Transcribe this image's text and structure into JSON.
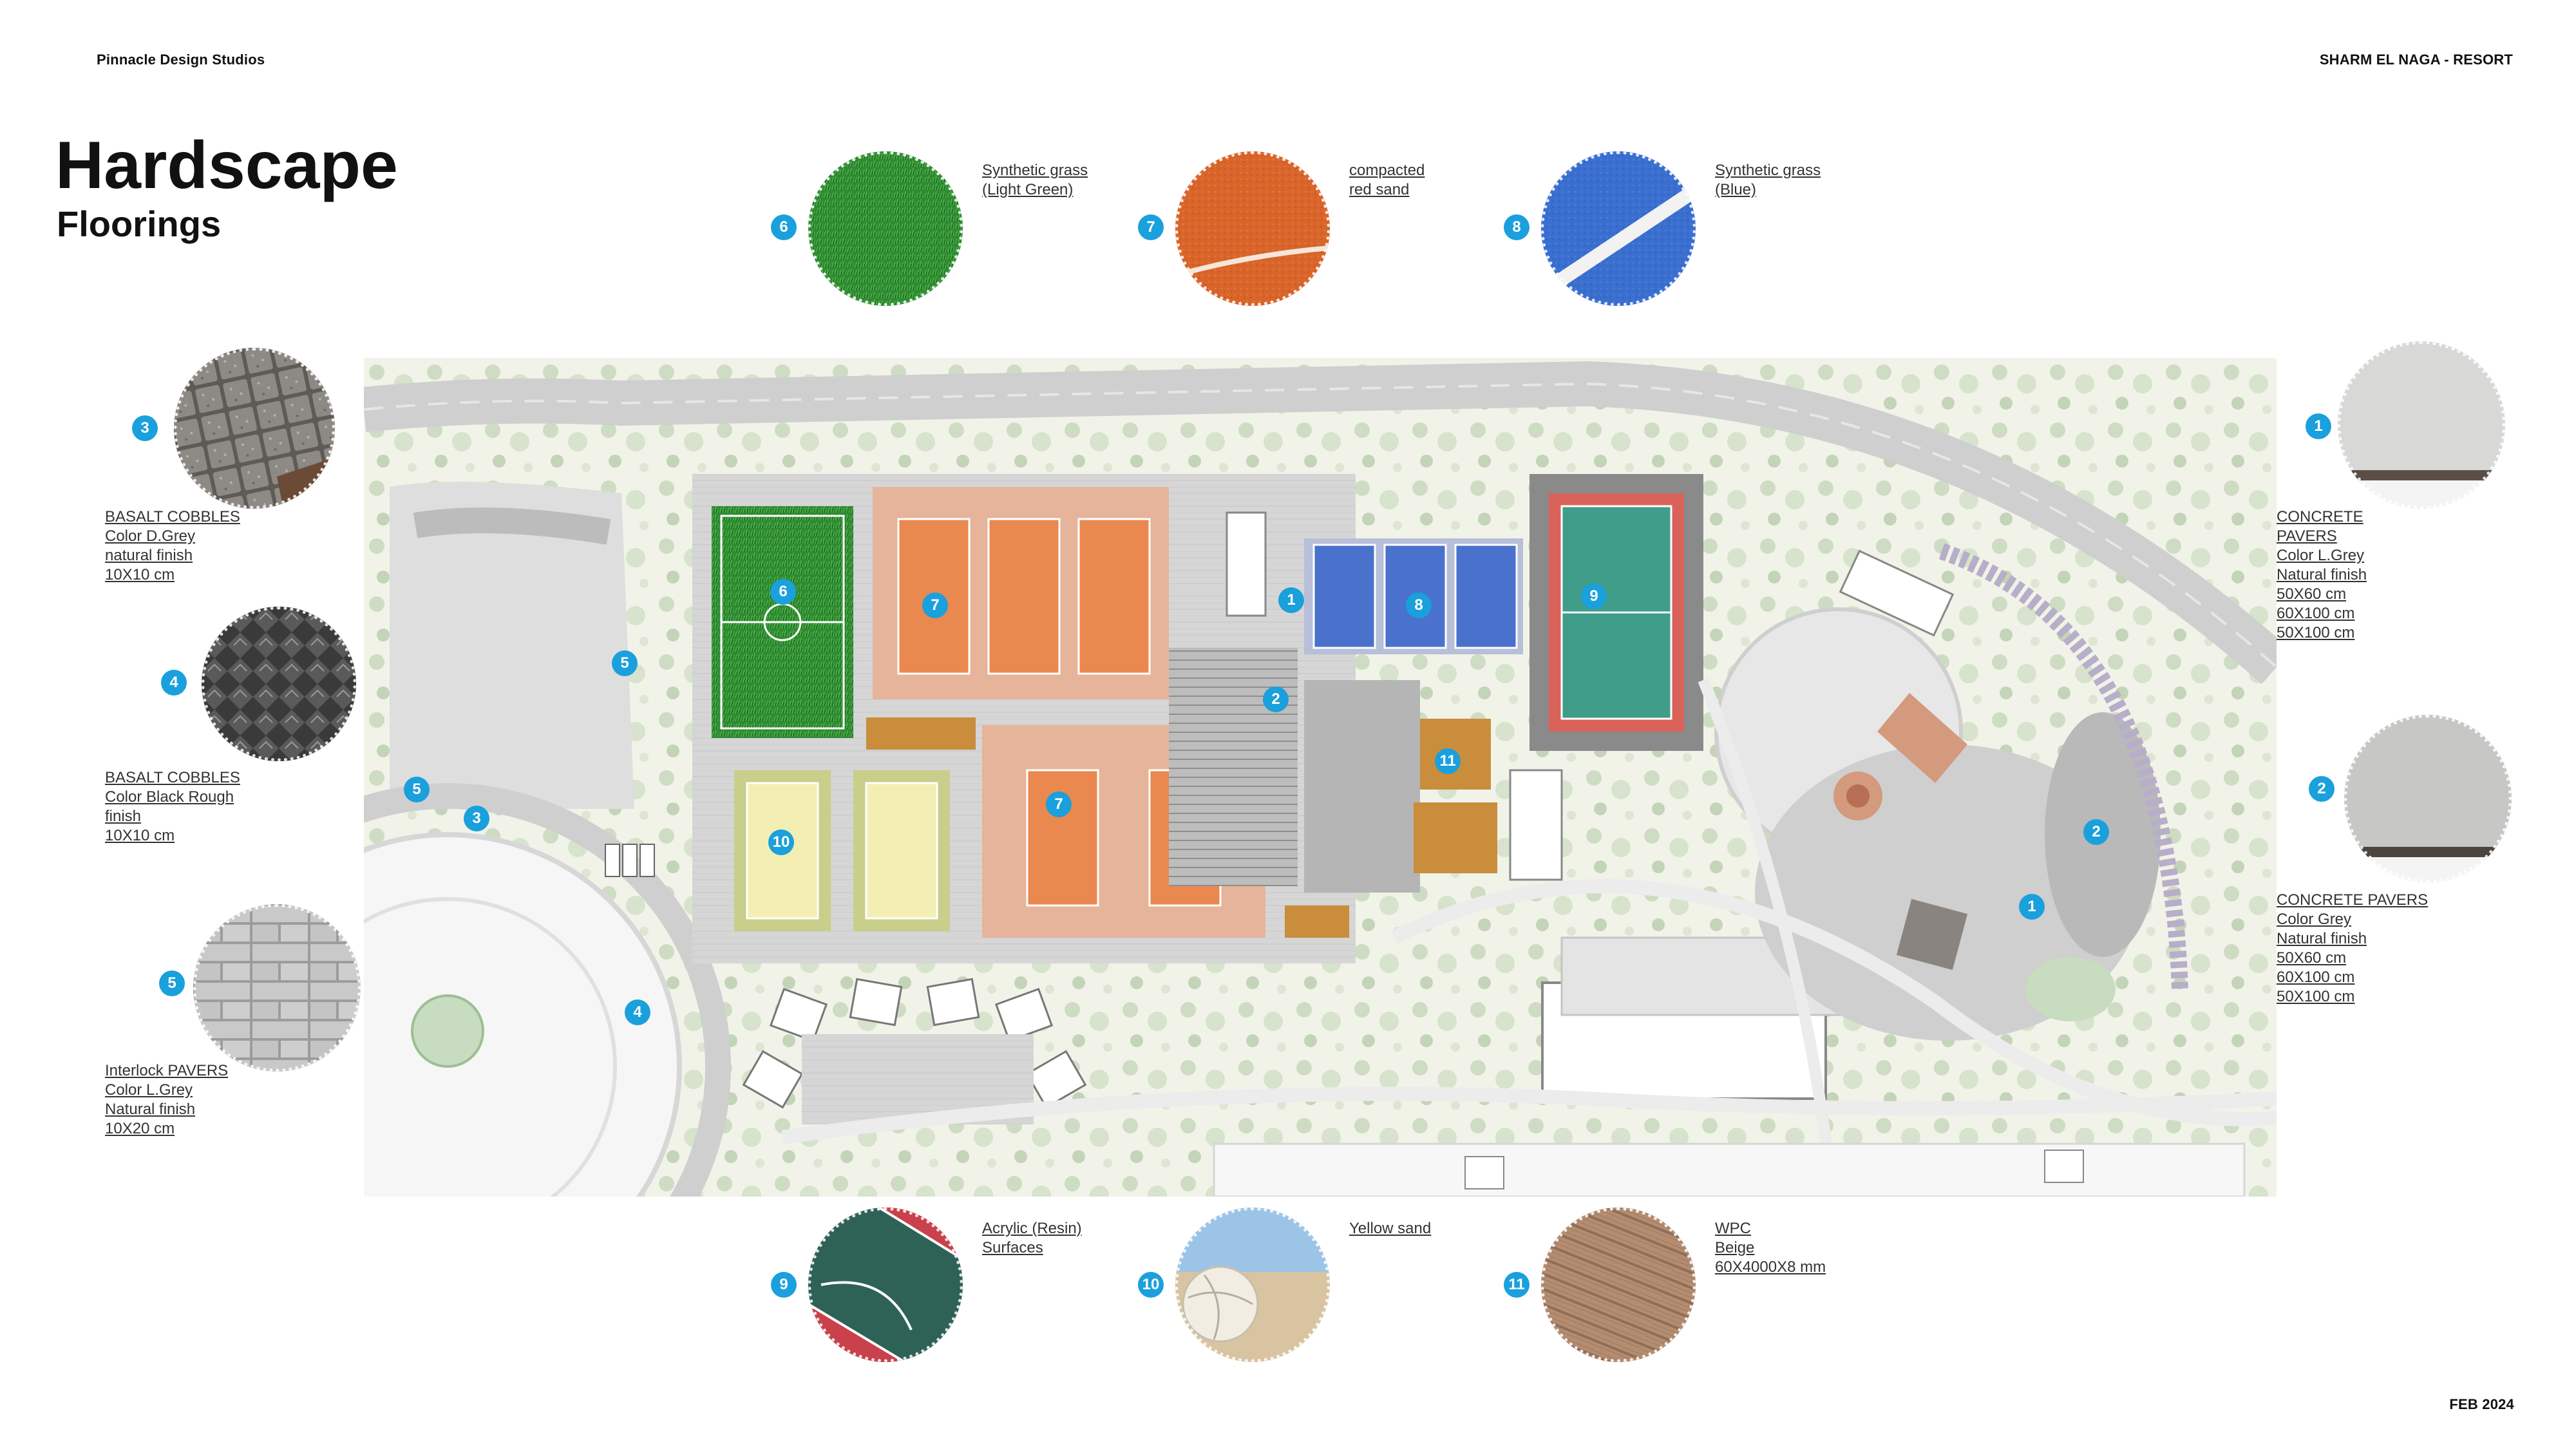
{
  "header": {
    "studio": "Pinnacle Design Studios",
    "project": "SHARM EL NAGA - RESORT",
    "date": "FEB 2024"
  },
  "title": "Hardscape",
  "subtitle": "Floorings",
  "colors": {
    "badge": "#1aa0dc",
    "grass_green": "#2e8b2e",
    "red_sand": "#d9652a",
    "court_blue": "#3a6fd0",
    "acrylic_red": "#c9414b",
    "acrylic_green": "#2f6257",
    "wpc_beige": "#b08868"
  },
  "materials": [
    {
      "num": "1",
      "lines": [
        "CONCRETE ",
        "PAVERS",
        "Color L.Grey",
        "Natural finish",
        "50X60 cm",
        "60X100 cm",
        "50X100 cm "
      ],
      "icon": "concrete-light-texture-icon"
    },
    {
      "num": "2",
      "lines": [
        "CONCRETE PAVERS",
        "Color Grey",
        "Natural finish",
        "50X60 cm",
        "60X100 cm",
        "50X100 cm "
      ],
      "icon": "concrete-grey-texture-icon"
    },
    {
      "num": "3",
      "lines": [
        "BASALT COBBLES",
        "Color D.Grey",
        "natural finish",
        "10X10 cm"
      ],
      "icon": "basalt-cobbles-texture-icon"
    },
    {
      "num": "4",
      "lines": [
        "BASALT COBBLES",
        "Color Black Rough ",
        "finish",
        "10X10 cm"
      ],
      "icon": "basalt-black-texture-icon"
    },
    {
      "num": "5",
      "lines": [
        "Interlock PAVERS",
        "Color L.Grey",
        "Natural finish",
        "10X20 cm"
      ],
      "icon": "interlock-pavers-texture-icon"
    },
    {
      "num": "6",
      "lines": [
        "Synthetic grass",
        "(Light Green)"
      ],
      "icon": "synthetic-grass-green-texture-icon"
    },
    {
      "num": "7",
      "lines": [
        "compacted ",
        "red sand"
      ],
      "icon": "red-sand-texture-icon"
    },
    {
      "num": "8",
      "lines": [
        "Synthetic grass",
        "(Blue)"
      ],
      "icon": "synthetic-grass-blue-texture-icon"
    },
    {
      "num": "9",
      "lines": [
        "Acrylic (Resin) ",
        "Surfaces"
      ],
      "icon": "acrylic-court-texture-icon"
    },
    {
      "num": "10",
      "lines": [
        "Yellow sand"
      ],
      "icon": "yellow-sand-volleyball-icon"
    },
    {
      "num": "11",
      "lines": [
        "WPC",
        "Beige",
        "60X4000X8 mm"
      ],
      "icon": "wpc-deck-texture-icon"
    }
  ],
  "plan_markers": [
    "1",
    "2",
    "3",
    "4",
    "5",
    "6",
    "7",
    "8",
    "9",
    "10",
    "11"
  ]
}
